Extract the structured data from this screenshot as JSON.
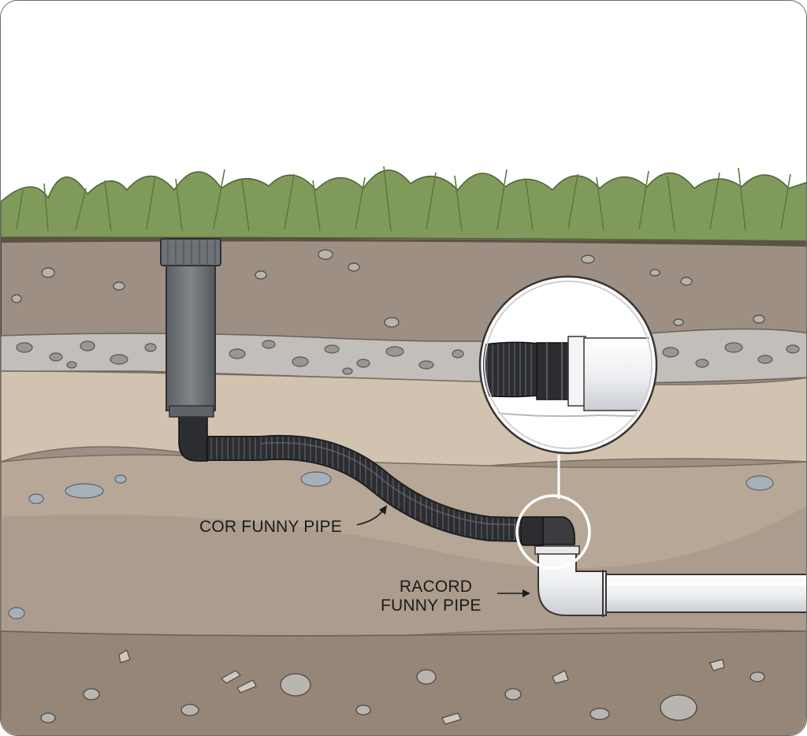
{
  "labels": {
    "cor_funny_pipe": "COR FUNNY PIPE",
    "racord_line1": "RACORD",
    "racord_line2": "FUNNY PIPE"
  },
  "colors": {
    "sky": "#ffffff",
    "grass": "#7f9a5a",
    "topsoil": "#9d8f84",
    "gravel_band": "#c2bfba",
    "sand_layer": "#d2c3b0",
    "mid_soil": "#b7a796",
    "deep_soil": "#a39486",
    "rock_layer": "#958678",
    "sprinkler_body": "#6e7276",
    "flex_pipe": "#2c2d30",
    "pvc_pipe": "#f3f4f6",
    "outline": "#3a3532"
  },
  "icons": [
    "sprinkler-head-icon",
    "flex-pipe-icon",
    "pvc-elbow-icon",
    "magnifier-callout-icon"
  ]
}
